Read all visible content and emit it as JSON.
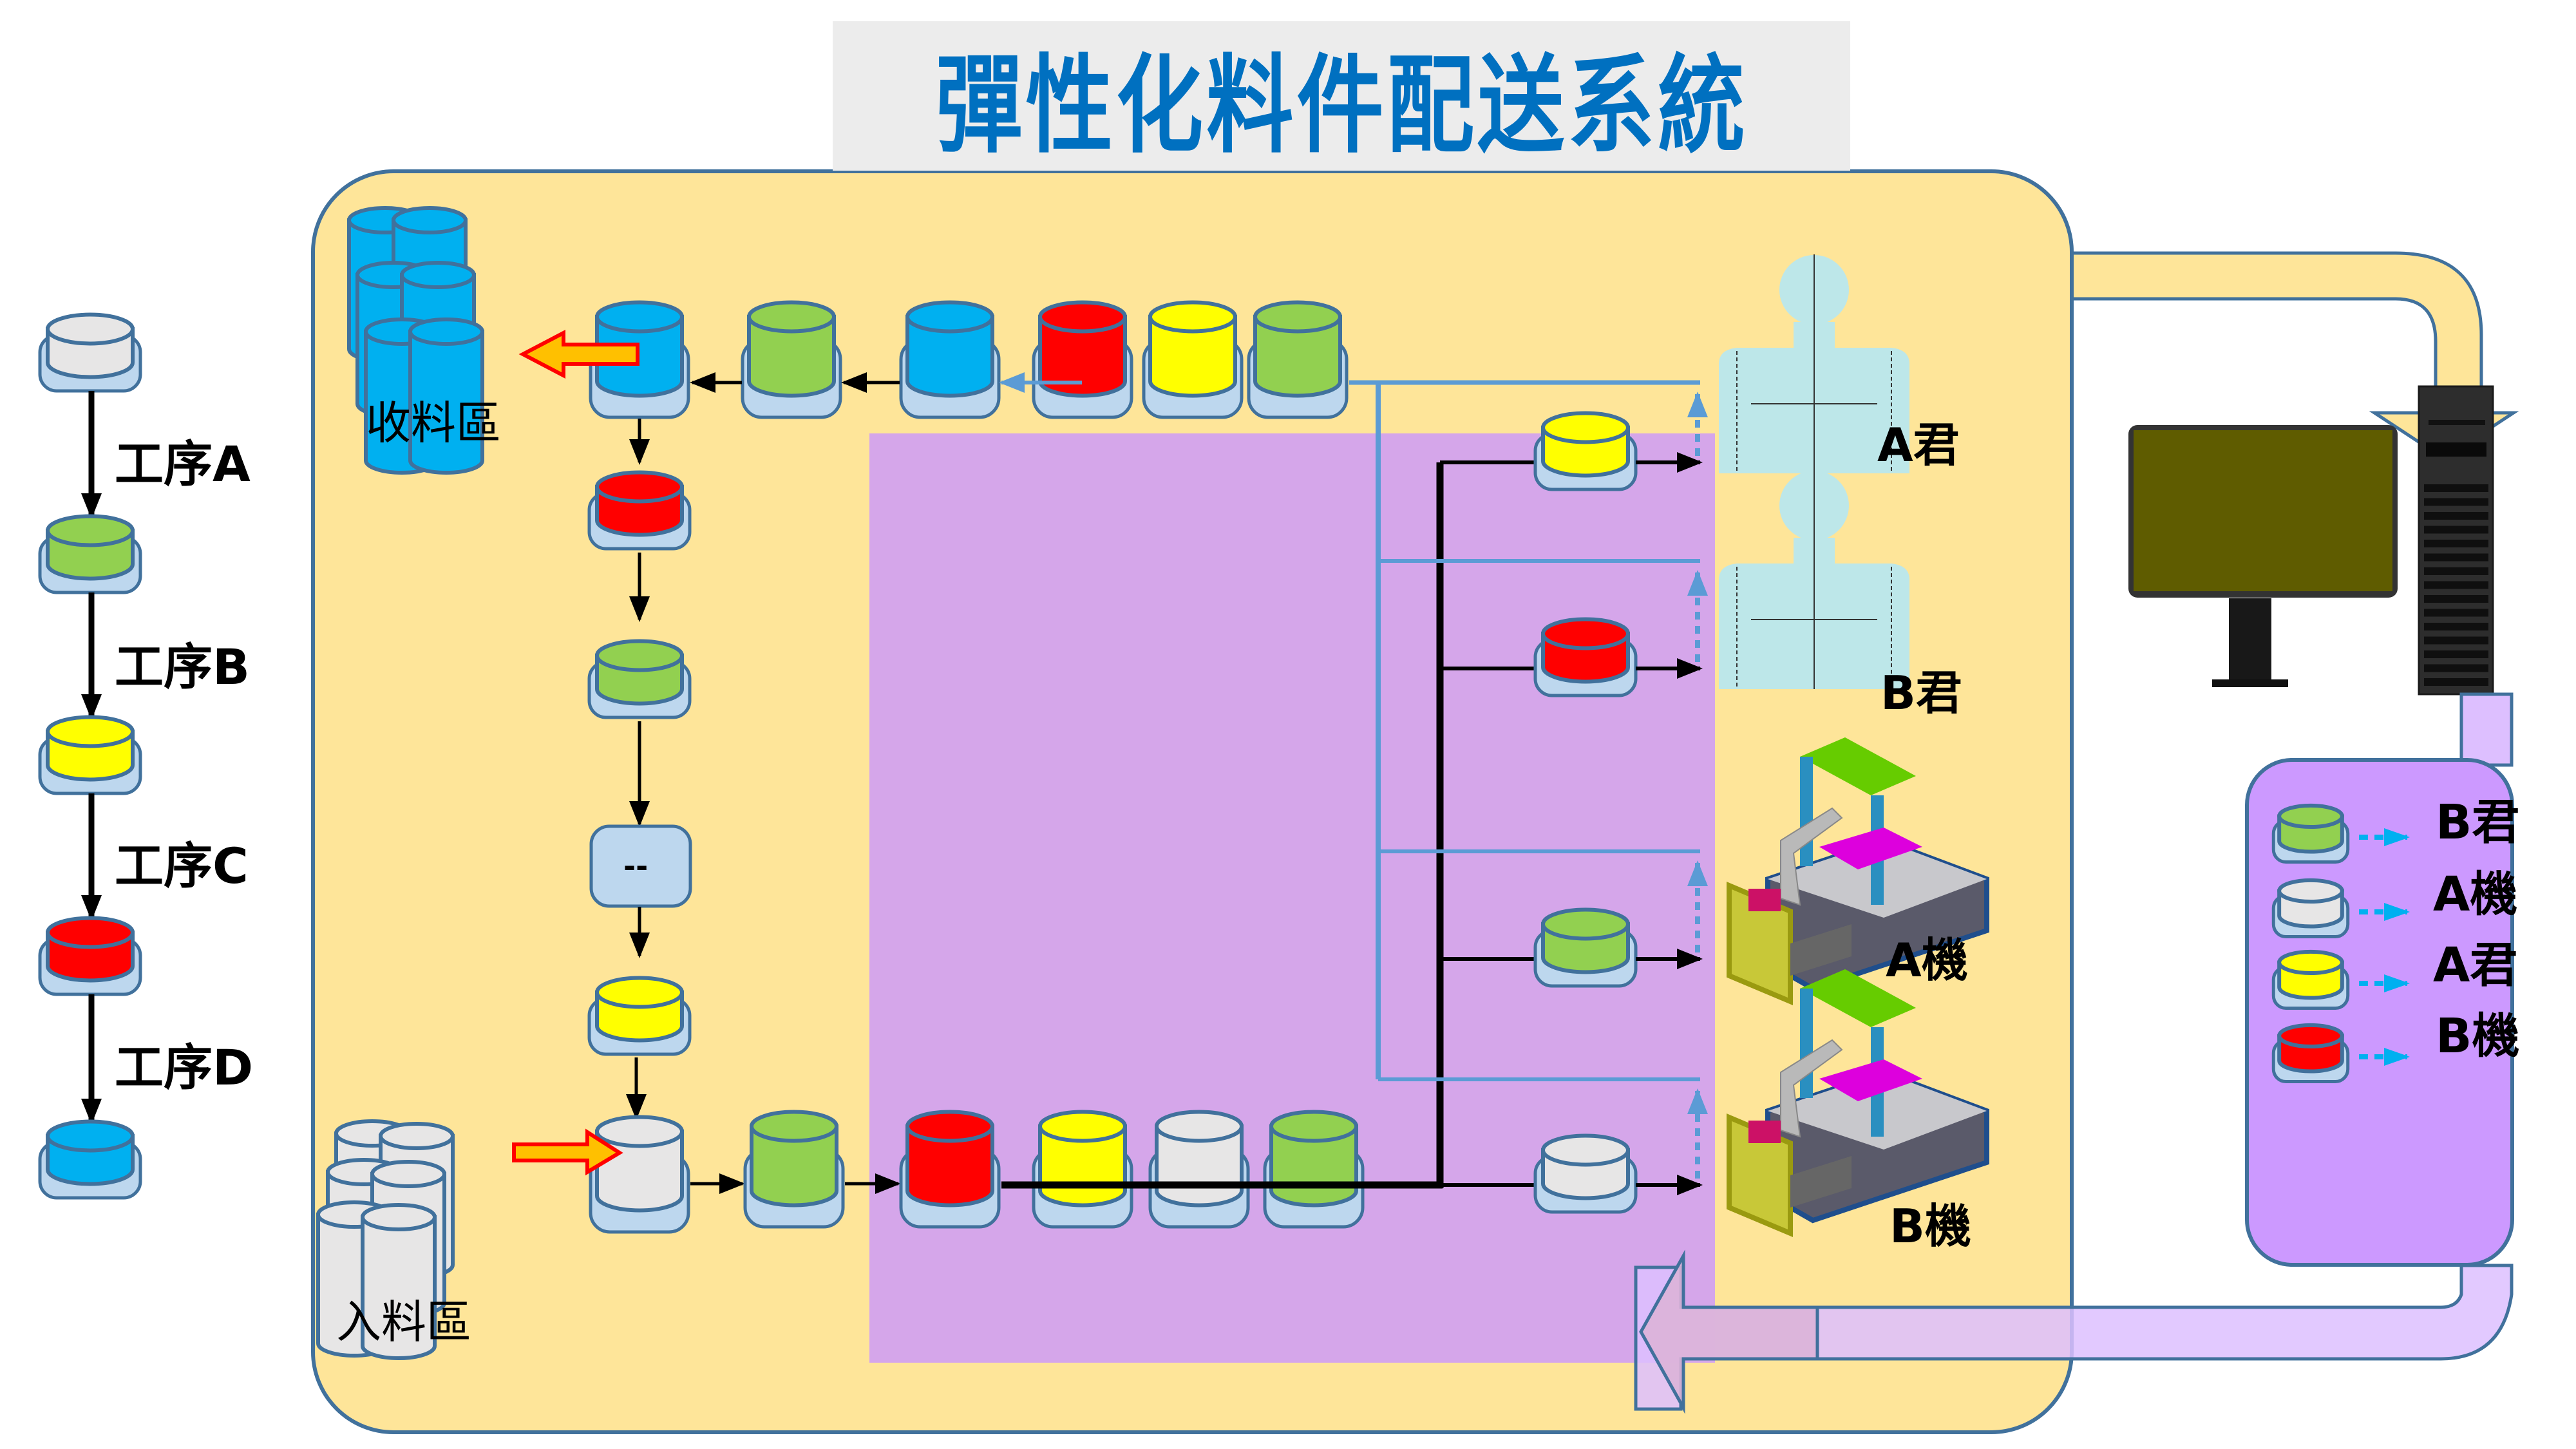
{
  "title": "彈性化料件配送系統",
  "colors": {
    "panel_bg": "#fee599",
    "panel_border": "#41719c",
    "zone_purple": "#d5a6ea",
    "rule_box_bg": "#cc99ff",
    "return_arrow": "#ddbfff",
    "tray": "#bdd7ee",
    "cylinder_stroke": "#41719c",
    "blue_line": "#5b9bd5",
    "pulse_arrow_fill": "#ffc000",
    "pulse_arrow_stroke": "#ff0000",
    "rule_arrow": "#00b0f0",
    "monitor_screen": "#5f5c00"
  },
  "part_colors": {
    "white": "#e7e6e6",
    "green": "#92d050",
    "yellow": "#ffff00",
    "red": "#ff0000",
    "blue": "#00b0f0"
  },
  "process_legend": {
    "stages": [
      "white",
      "green",
      "yellow",
      "red",
      "blue"
    ],
    "steps": [
      "工序A",
      "工序B",
      "工序C",
      "工序D"
    ]
  },
  "zones": {
    "output": "收料區",
    "input": "入料區"
  },
  "middle_column": {
    "items": [
      "red",
      "green",
      "placeholder",
      "yellow",
      "white"
    ],
    "placeholder_label": "--"
  },
  "top_queue": [
    "blue",
    "green",
    "blue",
    "red",
    "yellow",
    "green"
  ],
  "bottom_queue": [
    "green",
    "red",
    "yellow",
    "white",
    "green"
  ],
  "stations": [
    {
      "name": "A君",
      "type": "worker",
      "part": "yellow"
    },
    {
      "name": "B君",
      "type": "worker",
      "part": "red"
    },
    {
      "name": "A機",
      "type": "machine",
      "part": "green"
    },
    {
      "name": "B機",
      "type": "machine",
      "part": "white"
    }
  ],
  "dispatch_rules": [
    {
      "part": "green",
      "target": "B君"
    },
    {
      "part": "white",
      "target": "A機"
    },
    {
      "part": "yellow",
      "target": "A君"
    },
    {
      "part": "red",
      "target": "B機"
    }
  ]
}
